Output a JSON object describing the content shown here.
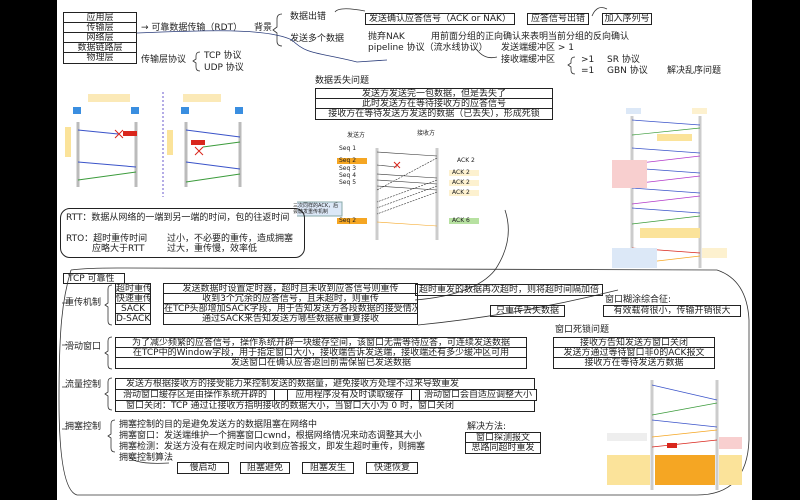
{
  "layers": [
    "应用层",
    "传输层",
    "网络层",
    "数据链路层",
    "物理层"
  ],
  "rdt": {
    "label": "→ 可靠数据传输（RDT）",
    "background": "背景",
    "data_error": "数据出错",
    "multi_data": "发送多个数据",
    "ack_box": "发送确认应答信号（ACK or NAK）",
    "ack_error_box": "应答信号出错",
    "seq_box": "加入序列号",
    "drop_nak": "抛弃NAK",
    "forward_ack": "用前面分组的正向确认来表明当前分组的反向确认",
    "pipeline": "pipeline 协议（流水线协议）",
    "send_buffer": "发送端缓冲区 > 1",
    "recv_buffer": "接收端缓冲区",
    "sr_cond": ">1",
    "sr": "SR 协议",
    "gbn_cond": "=1",
    "gbn": "GBN 协议",
    "disorder": "解决乱序问题"
  },
  "transport": {
    "label": "传输层协议",
    "tcp": "TCP 协议",
    "udp": "UDP 协议"
  },
  "loss": {
    "title": "数据丢失问题",
    "rows": [
      "发送方发送完一包数据，但是丢失了",
      "此时发送方在等待接收方的应答信号",
      "接收方在等待发送方发送的数据（已丢失），形成死锁"
    ]
  },
  "seq_diagram": {
    "sender": "发送方",
    "receiver": "接收方",
    "seqs": [
      "Seq 1",
      "Seq 2",
      "Seq 3",
      "Seq 4",
      "Seq 5"
    ],
    "acks": [
      "ACK 2",
      "ACK 2",
      "ACK 2",
      "ACK 2"
    ],
    "note": "三次同样的ACK，后会触发重传机制",
    "seq_retx": "Seq 2",
    "ack_final": "ACK 6"
  },
  "rtt": {
    "rtt": "RTT：数据从网络的一端到另一端的时间，包的往返时间",
    "rto": "RTO：超时重传时间",
    "rto2": "应略大于RTT",
    "small": "过小，不必要的重传，造成拥塞",
    "big": "过大，重传慢，效率低"
  },
  "tcp": {
    "title": "TCP 可靠性",
    "retx": {
      "label": "重传机制",
      "items": [
        "超时重传",
        "快速重传",
        "SACK",
        "D-SACK"
      ],
      "desc": [
        "发送数据时设置定时器，超时且未收到应答信号则重传",
        "收到3个冗余的应答信号，且未超时，则重传",
        "在TCP头部增加SACK字段，用于告知发送方各段数据的接受情况（位图）",
        "通过SACK来告知发送方哪些数据被重复接收"
      ],
      "double": "超时重发的数据再次超时，则将超时间隔加倍",
      "lost_only": "只重传丢失数据"
    },
    "silly": {
      "title": "窗口糊涂综合征:",
      "desc": "有效载荷很小，传输开销很大"
    },
    "sliding": {
      "label": "滑动窗口",
      "rows": [
        "为了减少频繁的应答信号，操作系统开辟一块缓存空间，该窗口无需等待应答，可连续发送数据",
        "在TCP中的Window字段，用于指定窗口大小，接收端告诉发送端，接收端还有多少缓冲区可用",
        "发送窗口在确认应答返回前需保留已发送数据"
      ]
    },
    "deadlock": {
      "title": "窗口死锁问题",
      "rows": [
        "接收方告知发送方窗口关闭",
        "发送方通过等待窗口非0的ACK报文",
        "接收方在等待发送方数据"
      ]
    },
    "flow": {
      "label": "流量控制",
      "row1": "发送方根据接收方的接受能力来控制发送的数据量，避免接收方处理不过来导致重发",
      "row2a": "滑动窗口缓存区是由操作系统开辟的",
      "row2b": "应用程序没有及时读取缓存",
      "row2c": "滑动窗口会自适应调整大小",
      "row3": "窗口关闭：TCP 通过让接收方指明接收的数据大小，当窗口大小为 0 时，窗口关闭"
    },
    "congestion": {
      "label": "拥塞控制",
      "lines": [
        "拥塞控制的目的是避免发送方的数据阻塞在网络中",
        "拥塞窗口：发送端维护一个拥塞窗口cwnd，根据网络情况来动态调整其大小",
        "拥塞检测：发送方没有在规定时间内收到应答报文，即发生超时重传，则拥塞",
        "拥塞控制算法"
      ],
      "algos": [
        "慢启动",
        "阻塞避免",
        "阻塞发生",
        "快速恢复"
      ]
    },
    "solution": {
      "title": "解决方法:",
      "rows": [
        "窗口探测报文",
        "思路同超时重发"
      ]
    }
  },
  "colors": {
    "seq_highlight": "#f5a623",
    "ack_box": "#fdf1cf",
    "ack_ok": "#b7e1a1",
    "lost_red": "#d9261c",
    "note_blue": "#dce8f7",
    "note_pink": "#f8cfcf",
    "note_yellow": "#fbe39a",
    "arrow_blue": "#3a53c9",
    "arrow_green": "#3b9b3b",
    "arrow_purple": "#b23ac9"
  }
}
